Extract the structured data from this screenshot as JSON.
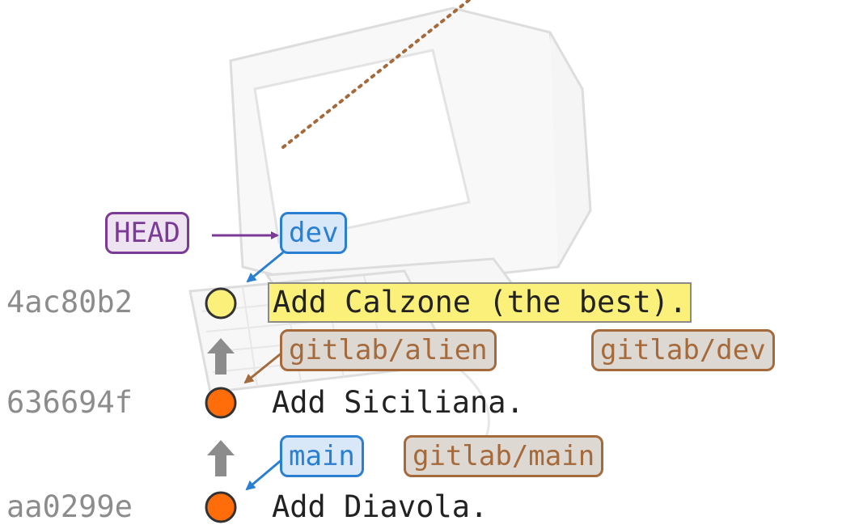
{
  "colors": {
    "head": "#7a3a95",
    "local_branch": "#2a7fd3",
    "remote_branch": "#a56a3c",
    "remote_fill": "#ddd8d2",
    "local_fill": "#d9e8f8",
    "head_fill": "#eee3f1",
    "commit_current": "#fbf07a",
    "commit_other": "#ff6d0a",
    "parent_arrow": "#8c8c8c",
    "highlight": "#fbf07a"
  },
  "head": {
    "label": "HEAD"
  },
  "commits": [
    {
      "hash": "4ac80b2",
      "message": "Add Calzone (the best).",
      "current": true
    },
    {
      "hash": "636694f",
      "message": "Add Siciliana.",
      "current": false
    },
    {
      "hash": "aa0299e",
      "message": "Add Diavola.",
      "current": false
    }
  ],
  "refs": [
    {
      "label": "dev",
      "kind": "local",
      "points_to": "4ac80b2"
    },
    {
      "label": "gitlab/alien",
      "kind": "remote",
      "points_to": "636694f"
    },
    {
      "label": "gitlab/dev",
      "kind": "remote",
      "points_to": "636694f"
    },
    {
      "label": "main",
      "kind": "local",
      "points_to": "aa0299e"
    },
    {
      "label": "gitlab/main",
      "kind": "remote",
      "points_to": "aa0299e"
    }
  ],
  "background": {
    "icon": "computer-icon"
  }
}
